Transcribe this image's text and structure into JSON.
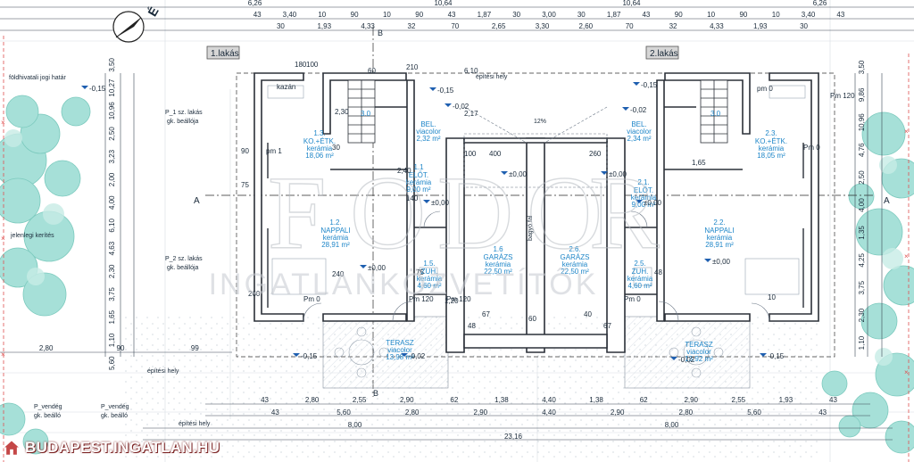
{
  "plan": {
    "unit_labels": {
      "lakas1": "1.lakás",
      "lakas2": "2.lakás"
    },
    "axis": {
      "a_left": "A",
      "a_right": "A",
      "b_top": "B",
      "b_bottom": "B"
    },
    "notes": {
      "foldhivatali": "földhivatali jogi határ",
      "jelenlegi": "jelenlegi kerítés",
      "epitesi_top": "építési hely",
      "epitesi_left": "építési hely",
      "epitesi_bottom": "építési hely",
      "p1": "P_1 sz. lakás",
      "p1b": "gk. beállója",
      "p2": "P_2 sz. lakás",
      "p2b": "gk. beállója",
      "pv1": "P_vendég",
      "pv1b": "gk. beálló",
      "pv2": "P_vendég",
      "pv2b": "gk. beálló"
    },
    "rooms": [
      {
        "id": "r13",
        "num": "1.3.",
        "name": "KO.+ÉTK.",
        "mat": "kerámia",
        "area": "18,06 m²"
      },
      {
        "id": "r23",
        "num": "2.3.",
        "name": "KO.+ÉTK.",
        "mat": "kerámia",
        "area": "18,05 m²"
      },
      {
        "id": "r12",
        "num": "1.2.",
        "name": "NAPPALI",
        "mat": "kerámia",
        "area": "28,91 m²"
      },
      {
        "id": "r22",
        "num": "2.2.",
        "name": "NAPPALI",
        "mat": "kerámia",
        "area": "28,91 m²"
      },
      {
        "id": "r11",
        "num": "1.1",
        "name": "ELŐT.",
        "mat": "kerámia",
        "area": "9,00 m²"
      },
      {
        "id": "r21",
        "num": "2.1.",
        "name": "ELŐT.",
        "mat": "kerámia",
        "area": "9,00 m²"
      },
      {
        "id": "r16",
        "num": "1.6",
        "name": "GARÁZS",
        "mat": "kerámia",
        "area": "22,50 m²"
      },
      {
        "id": "r26",
        "num": "2.6.",
        "name": "GARÁZS",
        "mat": "kerámia",
        "area": "22,50 m²"
      },
      {
        "id": "r15",
        "num": "1.5.",
        "name": "ZUH.",
        "mat": "kerámia",
        "area": "4,60 m²"
      },
      {
        "id": "r25",
        "num": "2.5.",
        "name": "ZUH.",
        "mat": "kerámia",
        "area": "4,60 m²"
      },
      {
        "id": "rbel1",
        "num": "",
        "name": "BEL.",
        "mat": "viacolor",
        "area": "2,32 m²"
      },
      {
        "id": "rbel2",
        "num": "",
        "name": "BEL.",
        "mat": "viacolor",
        "area": "2,34 m²"
      },
      {
        "id": "rter1",
        "num": "",
        "name": "TERASZ",
        "mat": "viacolor",
        "area": "13,98 m²"
      },
      {
        "id": "rter2",
        "num": "",
        "name": "TERASZ",
        "mat": "viacolor",
        "area": "13,92 m²"
      }
    ],
    "levels": {
      "l1": "±0,00",
      "l2": "±0,00",
      "l3": "±0,00",
      "l4": "±0,00",
      "l5": "±0,00",
      "l6": "±0,00",
      "m1": "-0,15",
      "m2": "-0,15",
      "m3": "-0,15",
      "m4": "-0,15",
      "m5": "-0,15",
      "n1": "-0,02",
      "n2": "-0,02",
      "n3": "-0,02",
      "n4": "-0,02"
    },
    "dims_top1": [
      "6,26",
      "10,64",
      "10,64",
      "6,26"
    ],
    "dims_top2": [
      "43",
      "3,40",
      "10",
      "90",
      "10",
      "90",
      "43",
      "1,87",
      "30",
      "3,00",
      "30",
      "1,87",
      "43",
      "90",
      "10",
      "90",
      "10",
      "3,40",
      "43"
    ],
    "dims_top3": [
      "30",
      "1,93",
      "4,33",
      "32",
      "70",
      "2,65",
      "3,30",
      "2,60",
      "70",
      "32",
      "4,33",
      "1,93",
      "30"
    ],
    "dims_bottom1": [
      "43",
      "2,80",
      "2,55",
      "2,90",
      "62",
      "1,38",
      "4,40",
      "1,38",
      "62",
      "2,90",
      "2,55",
      "1,93",
      "43"
    ],
    "dims_bottom2": [
      "43",
      "5,60",
      "2,80",
      "2,90",
      "4,40",
      "2,90",
      "2,80",
      "5,60",
      "43"
    ],
    "dims_bottom3": [
      "8,00",
      "8,00"
    ],
    "dims_bottom4": [
      "23,16"
    ],
    "dims_left": [
      "3,50",
      "10,27",
      "10,96",
      "2,50",
      "3,23",
      "2,00",
      "4,00",
      "6,10",
      "4,63",
      "2,30",
      "3,75",
      "1,65",
      "1,10",
      "5,60",
      "2,80",
      "90",
      "99"
    ],
    "dims_right": [
      "3,50",
      "9,86",
      "10,96",
      "4,76",
      "2,50",
      "4,00",
      "1,35",
      "4,25",
      "3,75",
      "2,30",
      "1,10"
    ],
    "dims_inner": [
      "100",
      "180",
      "60",
      "210",
      "90",
      "75",
      "140",
      "2,40",
      "2,17",
      "6,10",
      "2,30",
      "30",
      "1,65",
      "240",
      "1,20",
      "Pm 0",
      "pm 0",
      "Pm 120",
      "pm 1",
      "Pm 0",
      "Pm 0",
      "Pm 120",
      "Pm 120",
      "kazán",
      "100",
      "400",
      "260",
      "260",
      "75",
      "48",
      "48",
      "67",
      "67",
      "40",
      "60",
      "10"
    ],
    "stair_labels": {
      "s1": "3.0",
      "s2": "3.0"
    },
    "small": {
      "nw": "É",
      "bagyo": "bagyó fal",
      "ks": "12%"
    }
  },
  "watermark": {
    "letters": [
      "F",
      "O",
      "D",
      "O",
      "R"
    ],
    "sub": "INGATLANKÖZVETÍTŐK"
  },
  "site_badge": "BUDAPEST.INGATLAN.HU",
  "colors": {
    "wall": "#303640",
    "dim": "#1a2a3a",
    "room": "#1e86c8",
    "tree": "#8fd6cc",
    "grid": "#c9cfd6",
    "badge": "#c44747"
  }
}
